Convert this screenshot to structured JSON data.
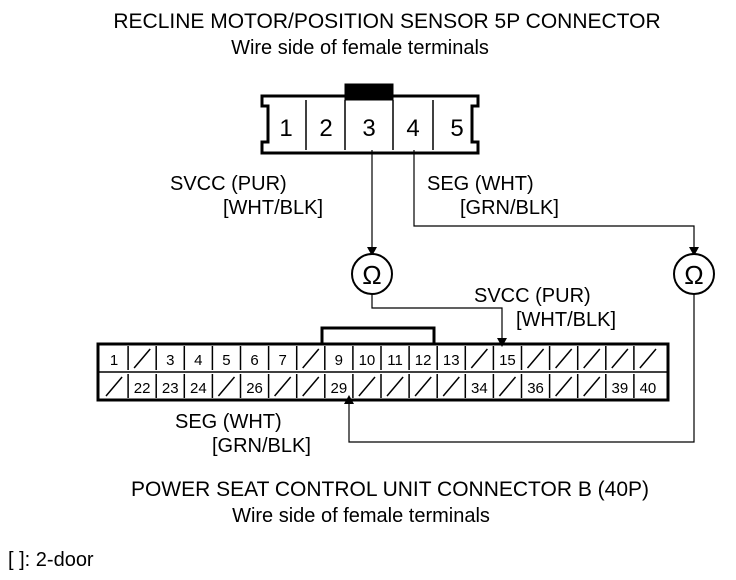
{
  "top_connector": {
    "title": "RECLINE MOTOR/POSITION SENSOR 5P CONNECTOR",
    "subtitle": "Wire side of female terminals",
    "pins": [
      "1",
      "2",
      "3",
      "4",
      "5"
    ]
  },
  "wires": {
    "svcc_top": "SVCC (PUR)",
    "svcc_top_2door": "[WHT/BLK]",
    "seg_top": "SEG (WHT)",
    "seg_top_2door": "[GRN/BLK]",
    "svcc_bottom": "SVCC (PUR)",
    "svcc_bottom_2door": "[WHT/BLK]",
    "seg_bottom": "SEG (WHT)",
    "seg_bottom_2door": "[GRN/BLK]"
  },
  "meter_symbol": "Ω",
  "bottom_connector": {
    "title": "POWER SEAT CONTROL UNIT CONNECTOR B (40P)",
    "subtitle": "Wire side of female terminals",
    "row1": [
      "1",
      "/",
      "3",
      "4",
      "5",
      "6",
      "7",
      "/",
      "9",
      "10",
      "11",
      "12",
      "13",
      "/",
      "15",
      "/",
      "/",
      "/",
      "/",
      "/"
    ],
    "row2": [
      "/",
      "22",
      "23",
      "24",
      "/",
      "26",
      "/",
      "/",
      "29",
      "/",
      "/",
      "/",
      "/",
      "34",
      "/",
      "36",
      "/",
      "/",
      "39",
      "40"
    ]
  },
  "footnote": "[ ]: 2-door"
}
